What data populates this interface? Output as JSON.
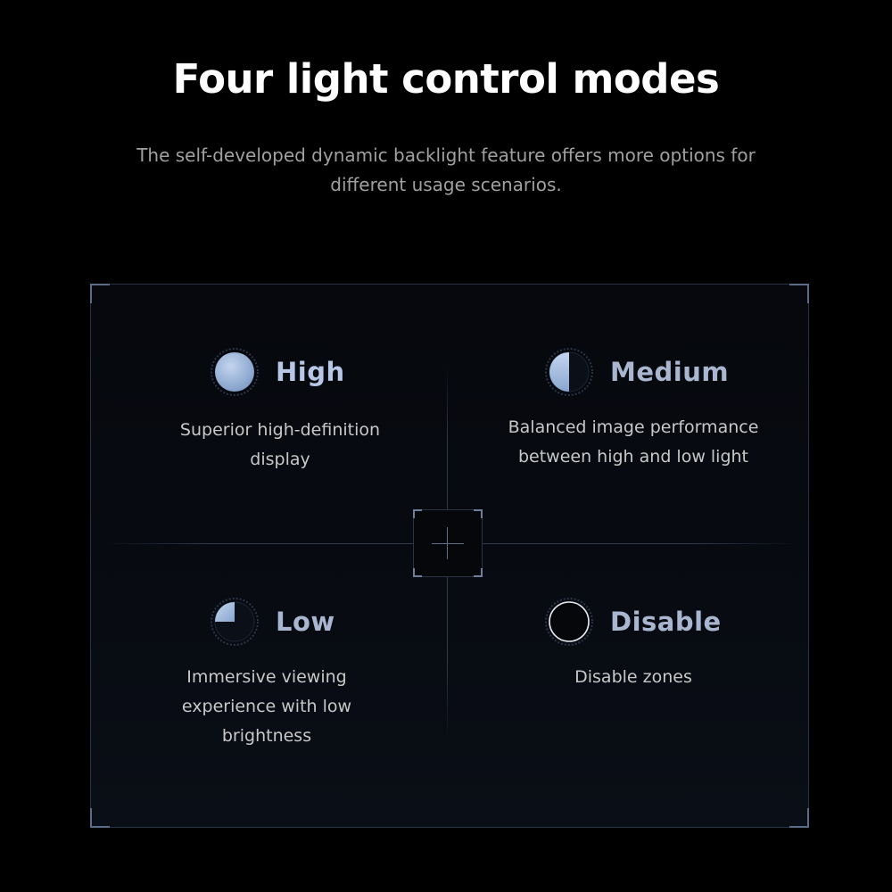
{
  "header": {
    "title": "Four light control modes",
    "subtitle": "The self-developed dynamic backlight feature offers more options for different usage scenarios."
  },
  "colors": {
    "background": "#000000",
    "label_high": "#b7c7e6",
    "label_other": "#a9b6cf",
    "icon_fill": "#a9c2e4",
    "desc_text": "#c8c8c8",
    "subtitle_text": "#a0a0a0"
  },
  "modes": [
    {
      "label": "High",
      "icon": "full-circle-icon",
      "description": "Superior high-definition display"
    },
    {
      "label": "Medium",
      "icon": "half-circle-icon",
      "description": "Balanced image performance between high and low light"
    },
    {
      "label": "Low",
      "icon": "quarter-circle-icon",
      "description": "Immersive viewing experience with low brightness"
    },
    {
      "label": "Disable",
      "icon": "empty-circle-icon",
      "description": "Disable zones"
    }
  ]
}
